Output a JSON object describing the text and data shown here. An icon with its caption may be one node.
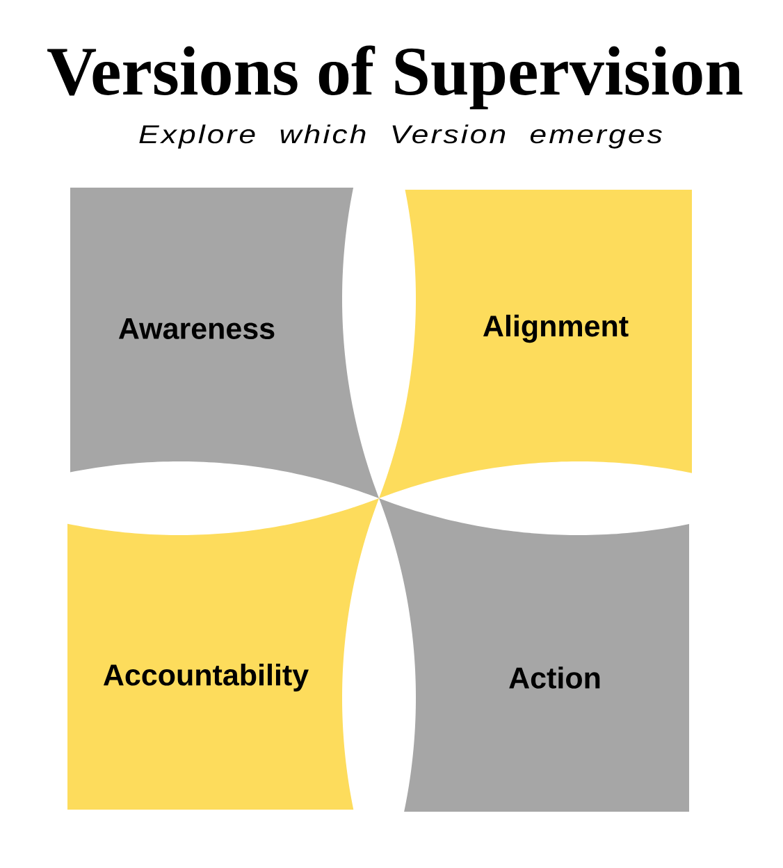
{
  "diagram": {
    "title": "Versions of Supervision",
    "nodes": [
      {
        "text": [
          "Awareness"
        ]
      },
      {
        "text": [
          "Alignment"
        ]
      },
      {
        "text": [
          "Accountability"
        ]
      },
      {
        "text": [
          "Action"
        ]
      }
    ],
    "labels": [
      "Explore which Version emerges"
    ]
  }
}
